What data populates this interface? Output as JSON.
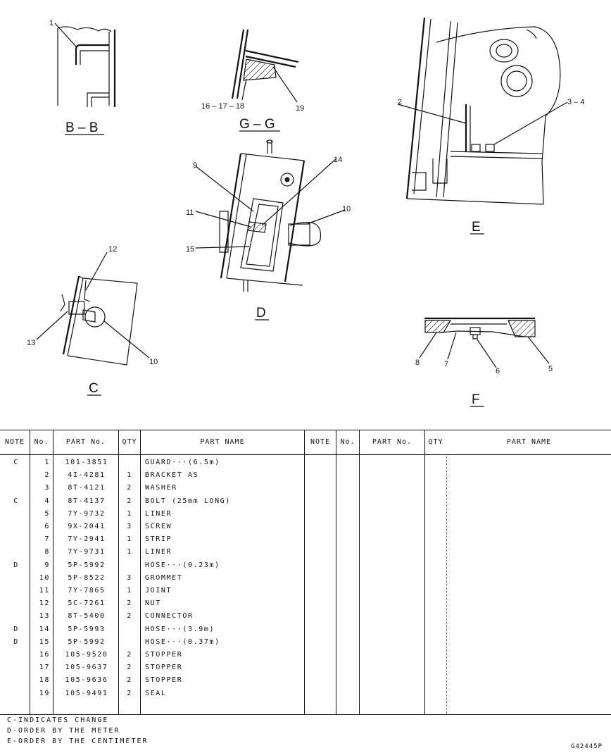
{
  "views": {
    "bb": "B – B",
    "gg": "G – G",
    "e": "E",
    "d": "D",
    "c": "C",
    "f": "F"
  },
  "callouts": {
    "c1": "1",
    "c2": "2",
    "c3_4": "3 – 4",
    "c16_18": "16 – 17 – 18",
    "c19": "19",
    "c9": "9",
    "c14": "14",
    "c11": "11",
    "c10d": "10",
    "c15": "15",
    "c12": "12",
    "c13": "13",
    "c10c": "10",
    "c8": "8",
    "c7": "7",
    "c6": "6",
    "c5": "5"
  },
  "table": {
    "headers": {
      "note": "NOTE",
      "no": "No.",
      "part_no": "PART  No.",
      "qty": "QTY",
      "part_name": "PART  NAME",
      "note2": "NOTE",
      "no2": "No.",
      "part_no2": "PART  No.",
      "qty2": "QTY",
      "part_name2": "PART  NAME"
    },
    "rows": [
      {
        "note": "C",
        "no": "1",
        "part": "101-3851",
        "qty": "",
        "name": "GUARD···(6.5m)"
      },
      {
        "note": "",
        "no": "2",
        "part": "4I-4281",
        "qty": "1",
        "name": "BRACKET AS"
      },
      {
        "note": "",
        "no": "3",
        "part": "8T-4121",
        "qty": "2",
        "name": "WASHER"
      },
      {
        "note": "C",
        "no": "4",
        "part": "8T-4137",
        "qty": "2",
        "name": "BOLT (25mm LONG)"
      },
      {
        "note": "",
        "no": "5",
        "part": "7Y-9732",
        "qty": "1",
        "name": "LINER"
      },
      {
        "note": "",
        "no": "6",
        "part": "9X-2041",
        "qty": "3",
        "name": "SCREW"
      },
      {
        "note": "",
        "no": "7",
        "part": "7Y-2941",
        "qty": "1",
        "name": "STRIP"
      },
      {
        "note": "",
        "no": "8",
        "part": "7Y-9731",
        "qty": "1",
        "name": "LINER"
      },
      {
        "note": "D",
        "no": "9",
        "part": "5P-5992",
        "qty": "",
        "name": "HOSE···(0.23m)"
      },
      {
        "note": "",
        "no": "10",
        "part": "5P-8522",
        "qty": "3",
        "name": "GROMMET"
      },
      {
        "note": "",
        "no": "11",
        "part": "7Y-7865",
        "qty": "1",
        "name": "JOINT"
      },
      {
        "note": "",
        "no": "12",
        "part": "5C-7261",
        "qty": "2",
        "name": "NUT"
      },
      {
        "note": "",
        "no": "13",
        "part": "8T-5400",
        "qty": "2",
        "name": "CONNECTOR"
      },
      {
        "note": "D",
        "no": "14",
        "part": "5P-5993",
        "qty": "",
        "name": "HOSE···(3.9m)"
      },
      {
        "note": "D",
        "no": "15",
        "part": "5P-5992",
        "qty": "",
        "name": "HOSE···(0.37m)"
      },
      {
        "note": "",
        "no": "16",
        "part": "105-9520",
        "qty": "2",
        "name": "STOPPER"
      },
      {
        "note": "",
        "no": "17",
        "part": "105-9637",
        "qty": "2",
        "name": "STOPPER"
      },
      {
        "note": "",
        "no": "18",
        "part": "105-9636",
        "qty": "2",
        "name": "STOPPER"
      },
      {
        "note": "",
        "no": "19",
        "part": "105-9491",
        "qty": "2",
        "name": "SEAL"
      }
    ]
  },
  "notes": [
    "C-INDICATES CHANGE",
    "D-ORDER BY THE METER",
    "E-ORDER BY THE CENTIMETER"
  ],
  "ref_code": "G42445P"
}
